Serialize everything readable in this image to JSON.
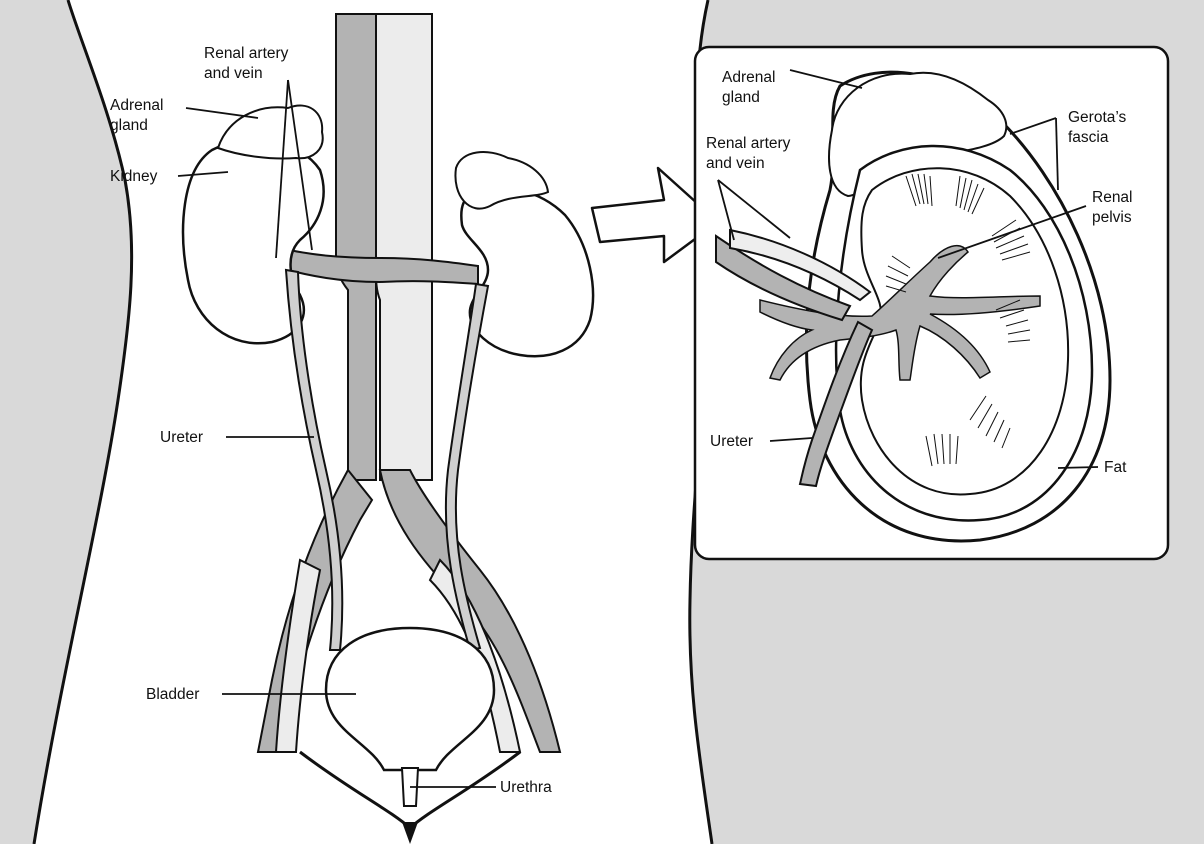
{
  "labels": {
    "renal_artery_vein": [
      "Renal artery",
      "and vein"
    ],
    "adrenal_gland": [
      "Adrenal",
      "gland"
    ],
    "kidney": "Kidney",
    "ureter": "Ureter",
    "bladder": "Bladder",
    "urethra": "Urethra"
  },
  "inset_labels": {
    "adrenal_gland": [
      "Adrenal",
      "gland"
    ],
    "gerotas_fascia": [
      "Gerota’s",
      "fascia"
    ],
    "renal_artery_vein": [
      "Renal artery",
      "and vein"
    ],
    "renal_pelvis": [
      "Renal",
      "pelvis"
    ],
    "ureter": "Ureter",
    "fat": "Fat"
  },
  "colors": {
    "background_gray": "#d9d9d9",
    "tissue_white": "#ffffff",
    "vessel_gray": "#b3b3b3",
    "light_gray": "#e6e6e6",
    "outline": "#111111"
  }
}
